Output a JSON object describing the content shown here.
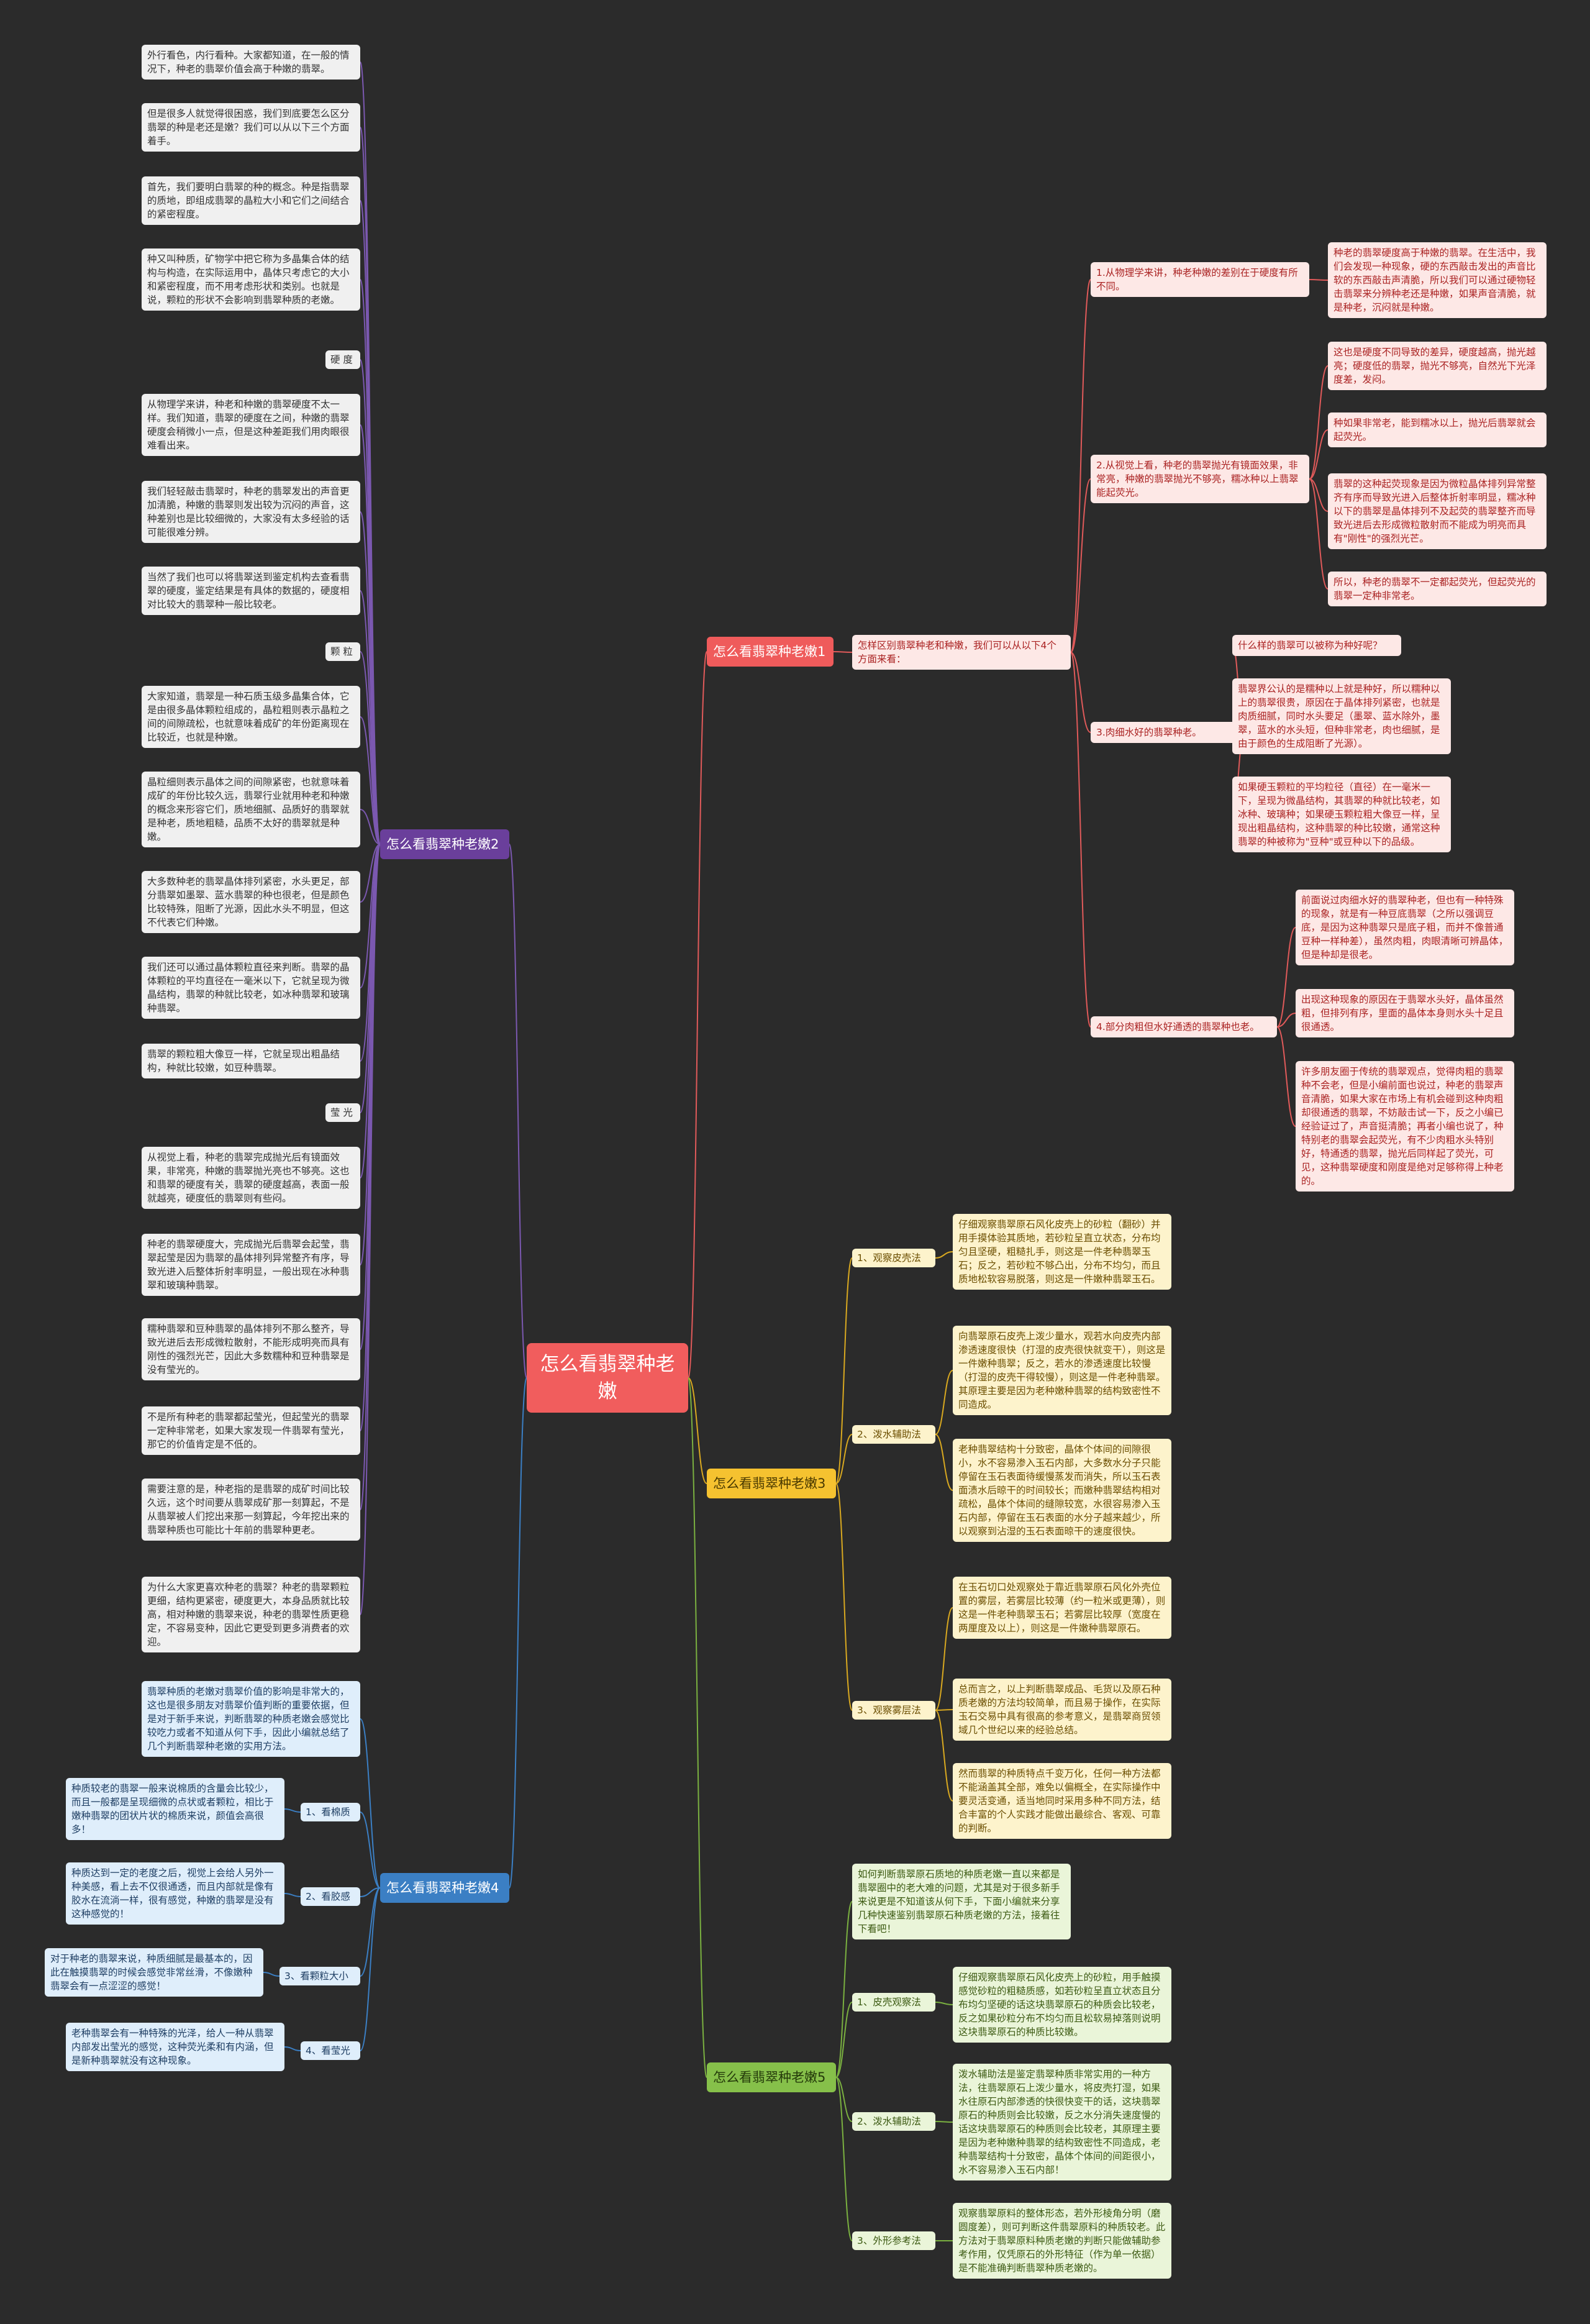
{
  "root": "怎么看翡翠种老嫩",
  "branch1": {
    "title": "怎么看翡翠种老嫩1",
    "intro": "怎样区别翡翠种老和种嫩，我们可以从以下4个方面来看：",
    "p1": {
      "label": "1.从物理学来讲，种老种嫩的差别在于硬度有所不同。",
      "c1": "种老的翡翠硬度高于种嫩的翡翠。在生活中，我们会发现一种现象，硬的东西敲击发出的声音比软的东西敲击声清脆，所以我们可以通过硬物轻击翡翠来分辨种老还是种嫩，如果声音清脆，就是种老，沉闷就是种嫩。"
    },
    "p2": {
      "label": "2.从视觉上看，种老的翡翠抛光有镜面效果，非常亮，种嫩的翡翠抛光不够亮，糯冰种以上翡翠能起荧光。",
      "c1": "这也是硬度不同导致的差异，硬度越高，抛光越亮；硬度低的翡翠，抛光不够亮，自然光下光泽度差，发闷。",
      "c2": "种如果非常老，能到糯冰以上，抛光后翡翠就会起荧光。",
      "c3": "翡翠的这种起荧现象是因为微粒晶体排列异常整齐有序而导致光进入后整体折射率明显，糯冰种以下的翡翠是晶体排列不及起荧的翡翠整齐而导致光进后去形成微粒散射而不能成为明亮而具有\"刚性\"的强烈光芒。",
      "c4": "所以，种老的翡翠不一定都起荧光，但起荧光的翡翠一定种非常老。"
    },
    "p3": {
      "label": "3.肉细水好的翡翠种老。",
      "c1": "什么样的翡翠可以被称为种好呢？",
      "c2": "翡翠界公认的是糯种以上就是种好，所以糯种以上的翡翠很贵，原因在于晶体排列紧密，也就是肉质细腻，同时水头要足（墨翠、蓝水除外，墨翠，蓝水的水头短，但种非常老，肉也细腻，是由于颜色的生成阻断了光源）。",
      "c3": "如果硬玉颗粒的平均粒径（直径）在一毫米一下，呈现为微晶结构，其翡翠的种就比较老，如冰种、玻璃种；如果硬玉颗粒粗大像豆一样，呈现出粗晶结构，这种翡翠的种比较嫩，通常这种翡翠的种被称为\"豆种\"或豆种以下的品级。"
    },
    "p4": {
      "label": "4.部分肉粗但水好通透的翡翠种也老。",
      "c1": "前面说过肉细水好的翡翠种老，但也有一种特殊的现象，就是有一种豆底翡翠（之所以强调豆底，是因为这种翡翠只是底子粗，而并不像普通豆种一样种差），虽然肉粗，肉眼清晰可辨晶体，但是种却是很老。",
      "c2": "出现这种现象的原因在于翡翠水头好，晶体虽然粗，但排列有序，里面的晶体本身则水头十足且很通透。",
      "c3": "许多朋友圈于传统的翡翠观点，觉得肉粗的翡翠种不会老，但是小编前面也说过，种老的翡翠声音清脆，如果大家在市场上有机会碰到这种肉粗却很通透的翡翠，不妨敲击试一下，反之小编已经验证过了，声音挺清脆；再者小编也说了，种特别老的翡翠会起荧光，有不少肉粗水头特别好，特通透的翡翠，抛光后同样起了荧光，可见，这种翡翠硬度和刚度是绝对足够称得上种老的。"
    }
  },
  "branch2": {
    "title": "怎么看翡翠种老嫩2",
    "items": [
      "外行看色，内行看种。大家都知道，在一般的情况下，种老的翡翠价值会高于种嫩的翡翠。",
      "但是很多人就觉得很困惑，我们到底要怎么区分翡翠的种是老还是嫩？我们可以从以下三个方面着手。",
      "首先，我们要明白翡翠的种的概念。种是指翡翠的质地，即组成翡翠的晶粒大小和它们之间结合的紧密程度。",
      "种又叫种质，矿物学中把它称为多晶集合体的结构与构造，在实际运用中，晶体只考虑它的大小和紧密程度，而不用考虑形状和类别。也就是说，颗粒的形状不会影响到翡翠种质的老嫩。",
      "硬 度",
      "从物理学来讲，种老和种嫩的翡翠硬度不太一样。我们知道，翡翠的硬度在之间，种嫩的翡翠硬度会稍微小一点，但是这种差距我们用肉眼很难看出来。",
      "我们轻轻敲击翡翠时，种老的翡翠发出的声音更加清脆，种嫩的翡翠则发出较为沉闷的声音，这种差别也是比较细微的，大家没有太多经验的话可能很难分辨。",
      "当然了我们也可以将翡翠送到鉴定机构去查看翡翠的硬度，鉴定结果是有具体的数据的，硬度相对比较大的翡翠种一般比较老。",
      "颗 粒",
      "大家知道，翡翠是一种石质玉级多晶集合体，它是由很多晶体颗粒组成的，晶粒粗则表示晶粒之间的间隙疏松，也就意味着成矿的年份距离现在比较近，也就是种嫩。",
      "晶粒细则表示晶体之间的间隙紧密，也就意味着成矿的年份比较久远，翡翠行业就用种老和种嫩的概念来形容它们，质地细腻、品质好的翡翠就是种老，质地粗糙，品质不太好的翡翠就是种嫩。",
      "大多数种老的翡翠晶体排列紧密，水头更足，部分翡翠如墨翠、蓝水翡翠的种也很老，但是颜色比较特殊，阻断了光源，因此水头不明显，但这不代表它们种嫩。",
      "我们还可以通过晶体颗粒直径来判断。翡翠的晶体颗粒的平均直径在一毫米以下，它就呈现为微晶结构，翡翠的种就比较老，如冰种翡翠和玻璃种翡翠。",
      "翡翠的颗粒粗大像豆一样，它就呈现出粗晶结构，种就比较嫩，如豆种翡翠。",
      "莹 光",
      "从视觉上看，种老的翡翠完成抛光后有镜面效果，非常亮，种嫩的翡翠抛光亮也不够亮。这也和翡翠的硬度有关，翡翠的硬度越高，表面一般就越亮，硬度低的翡翠则有些闷。",
      "种老的翡翠硬度大，完成抛光后翡翠会起莹，翡翠起莹是因为翡翠的晶体排列异常整齐有序，导致光进入后整体折射率明显，一般出现在冰种翡翠和玻璃种翡翠。",
      "糯种翡翠和豆种翡翠的晶体排列不那么整齐，导致光进后去形成微粒散射，不能形成明亮而具有刚性的强烈光芒，因此大多数糯种和豆种翡翠是没有莹光的。",
      "不是所有种老的翡翠都起莹光，但起莹光的翡翠一定种非常老，如果大家发现一件翡翠有莹光，那它的价值肯定是不低的。",
      "需要注意的是，种老指的是翡翠的成矿时间比较久远，这个时间要从翡翠成矿那一刻算起，不是从翡翠被人们挖出来那一刻算起，今年挖出来的翡翠种质也可能比十年前的翡翠种更老。",
      "为什么大家更喜欢种老的翡翠？种老的翡翠颗粒更细，结构更紧密，硬度更大，本身品质就比较高，相对种嫩的翡翠来说，种老的翡翠性质更稳定，不容易变种，因此它更受到更多消费者的欢迎。"
    ]
  },
  "branch3": {
    "title": "怎么看翡翠种老嫩3",
    "s1": {
      "label": "1、观察皮壳法",
      "c1": "仔细观察翡翠原石风化皮壳上的砂粒（翻砂）并用手摸体验其质地，若砂粒呈直立状态，分布均匀且坚硬，粗糙扎手，则这是一件老种翡翠玉石；反之，若砂粒不够凸出，分布不均匀，而且质地松软容易脱落，则这是一件嫩种翡翠玉石。"
    },
    "s2": {
      "label": "2、泼水辅助法",
      "c1": "向翡翠原石皮壳上泼少量水，观若水向皮壳内部渗透速度很快（打湿的皮壳很快就变干），则这是一件嫩种翡翠；反之，若水的渗透速度比较慢（打湿的皮壳干得较慢），则这是一件老种翡翠。其原理主要是因为老种嫩种翡翠的结构致密性不同造成。",
      "c2": "老种翡翠结构十分致密，晶体个体间的间隙很小，水不容易渗入玉石内部，大多数水分子只能停留在玉石表面待缓慢蒸发而消失，所以玉石表面渍水后晾干的时间较长；而嫩种翡翠结构相对疏松，晶体个体间的缝隙较宽，水很容易渗入玉石内部，停留在玉石表面的水分子越来越少，所以观察到沾湿的玉石表面晾干的速度很快。"
    },
    "s3": {
      "label": "3、观察雾层法",
      "c1": "在玉石切口处观察处于靠近翡翠原石风化外壳位置的雾层，若雾层比较薄（约一粒米或更薄），则这是一件老种翡翠玉石；若雾层比较厚（宽度在两厘度及以上），则这是一件嫩种翡翠原石。",
      "c2": "总而言之，以上判断翡翠成品、毛货以及原石种质老嫩的方法均较简单，而且易于操作，在实际玉石交易中具有很高的参考意义，是翡翠商贸领域几个世纪以来的经验总结。",
      "c3": "然而翡翠的种质特点千变万化，任何一种方法都不能涵盖其全部，难免以偏概全，在实际操作中要灵活变通，适当地同时采用多种不同方法，结合丰富的个人实践才能做出最综合、客观、可靠的判断。"
    }
  },
  "branch4": {
    "title": "怎么看翡翠种老嫩4",
    "intro": "翡翠种质的老嫩对翡翠价值的影响是非常大的，这也是很多朋友对翡翠价值判断的重要依据，但是对于新手来说，判断翡翠的种质老嫩会感觉比较吃力或者不知道从何下手，因此小编就总结了几个判断翡翠种老嫩的实用方法。",
    "m1": {
      "label": "1、看棉质",
      "c1": "种质较老的翡翠一般来说棉质的含量会比较少，而且一般都是呈现细微的点状或者颗粒，相比于嫩种翡翠的团状片状的棉质来说，颜值会高很多！"
    },
    "m2": {
      "label": "2、看胶感",
      "c1": "种质达到一定的老度之后，视觉上会给人另外一种美感，看上去不仅很通透，而且内部就是像有胶水在流淌一样，很有感觉，种嫩的翡翠是没有这种感觉的！"
    },
    "m3": {
      "label": "3、看颗粒大小",
      "c1": "对于种老的翡翠来说，种质细腻是最基本的，因此在触摸翡翠的时候会感觉非常丝滑，不像嫩种翡翠会有一点涩涩的感觉！"
    },
    "m4": {
      "label": "4、看莹光",
      "c1": "老种翡翠会有一种特殊的光泽，给人一种从翡翠内部发出莹光的感觉，这种荧光柔和有内涵，但是新种翡翠就没有这种现象。"
    }
  },
  "branch5": {
    "title": "怎么看翡翠种老嫩5",
    "intro": "如何判断翡翠原石质地的种质老嫩一直以来都是翡翠圈中的老大难的问题，尤其是对于很多新手来说更是不知道该从何下手，下面小编就来分享几种快速鉴别翡翠原石种质老嫩的方法，接着往下看吧！",
    "s1": {
      "label": "1、皮壳观察法",
      "c1": "仔细观察翡翠原石风化皮壳上的砂粒，用手触摸感觉砂粒的粗糙质感，如若砂粒呈直立状态且分布均匀坚硬的话这块翡翠原石的种质会比较老，反之如果砂粒分布不均匀而且松软易掉落则说明这块翡翠原石的种质比较嫩。"
    },
    "s2": {
      "label": "2、泼水辅助法",
      "c1": "泼水辅助法是鉴定翡翠种质非常实用的一种方法，往翡翠原石上泼少量水，将皮壳打湿，如果水往原石内部渗透的快很快变干的话，这块翡翠原石的种质则会比较嫩，反之水分消失速度慢的话这块翡翠原石的种质则会比较老，其原理主要是因为老种嫩种翡翠的结构致密性不同造成，老种翡翠结构十分致密，晶体个体间的间距很小，水不容易渗入玉石内部！"
    },
    "s3": {
      "label": "3、外形参考法",
      "c1": "观察翡翠原料的整体形态，若外形棱角分明（磨圆度差），则可判断这件翡翠原料的种质较老。此方法对于翡翠原料种质老嫩的判断只能做辅助参考作用，仅凭原石的外形特征（作为单一依据）是不能准确判断翡翠种质老嫩的。"
    }
  }
}
